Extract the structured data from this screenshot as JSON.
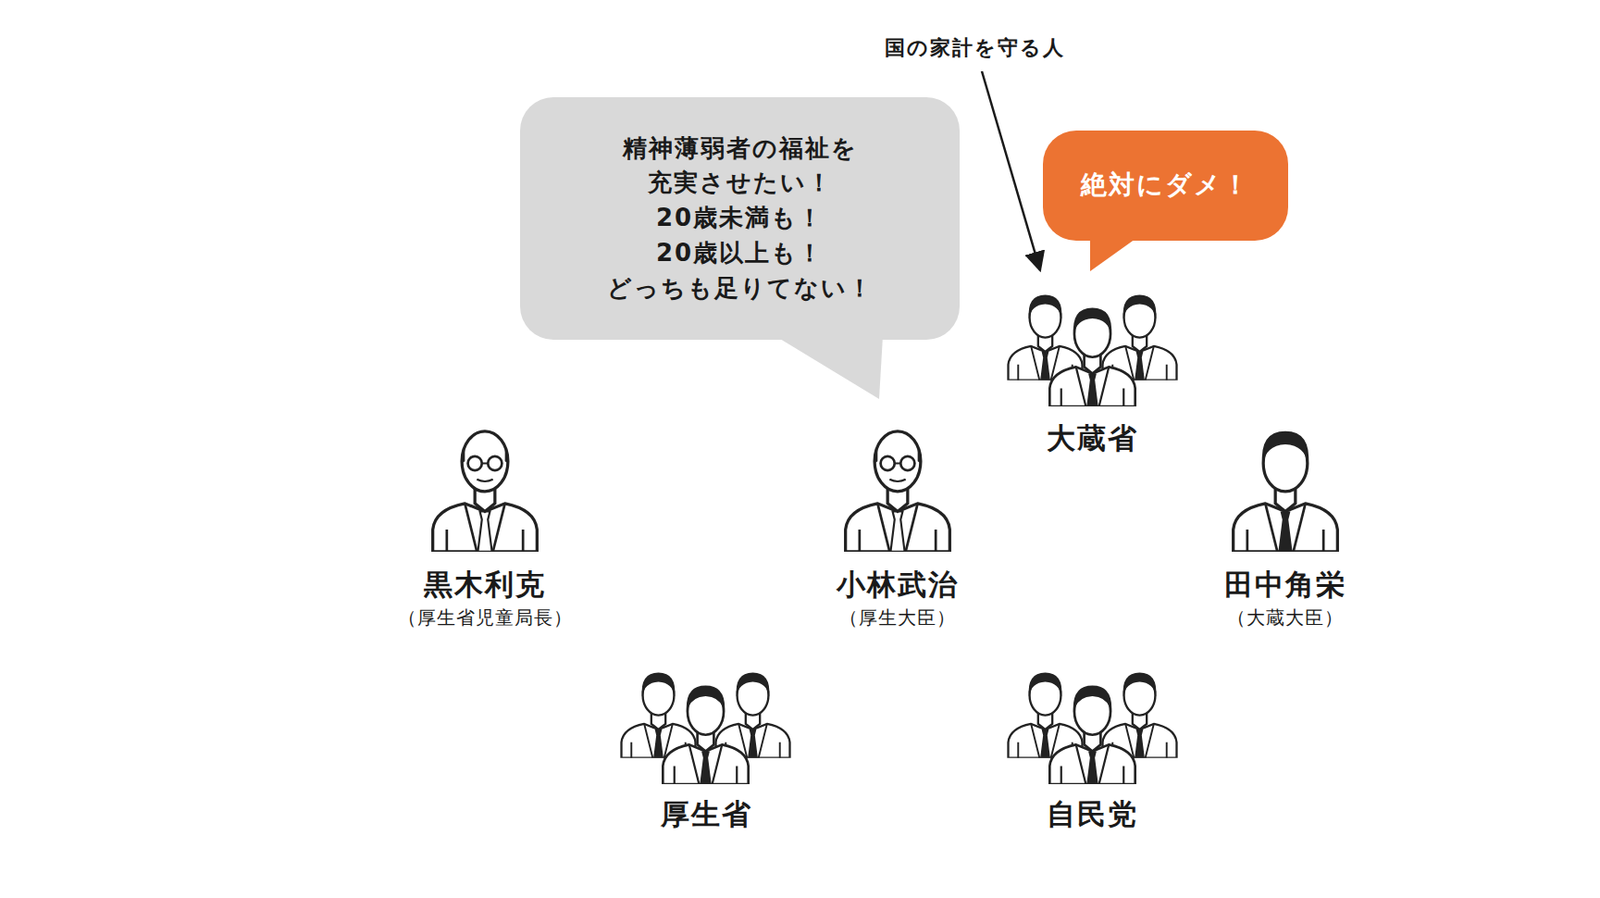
{
  "diagram": {
    "nodes": [
      {
        "text": [
          "精神薄弱者の福祉を 充実させたい！ 20歳未満も！ 20歳以上も！ どっちも足りてない！"
        ]
      },
      {
        "text": [
          "絶対にダメ！"
        ]
      }
    ],
    "labels": [
      "国の家計を守る人",
      "大蔵省",
      "黒木利克",
      "（厚生省児童局長）",
      "小林武治",
      "（厚生大臣）",
      "田中角栄",
      "（大蔵大臣）",
      "厚生省",
      "自民党"
    ]
  }
}
